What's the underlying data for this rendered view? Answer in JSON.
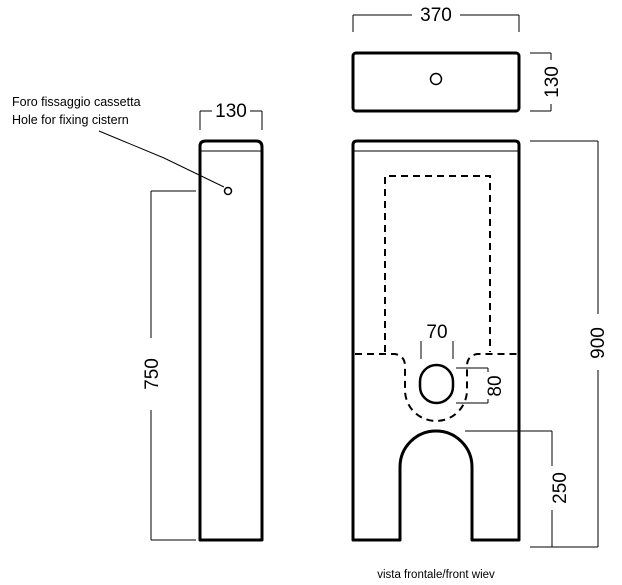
{
  "side_view": {
    "width_dim": "130",
    "height_dim": "750",
    "note_line1": "Foro fissaggio cassetta",
    "note_line2": "Hole for fixing cistern"
  },
  "top_view": {
    "width_dim": "370",
    "depth_dim": "130"
  },
  "front_view": {
    "height_dim": "900",
    "hole_width_dim": "70",
    "hole_height_dim": "80",
    "opening_height_dim": "250",
    "caption": "vista frontale/front wiev"
  }
}
